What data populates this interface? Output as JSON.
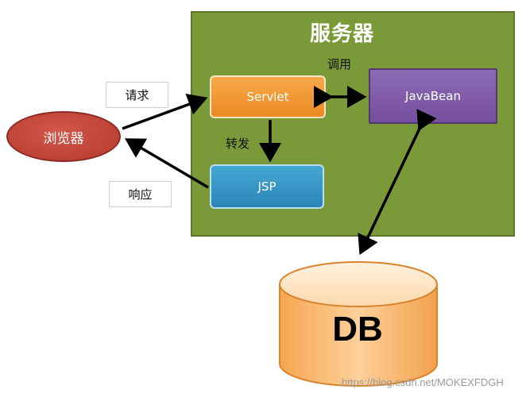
{
  "server": {
    "title": "服务器"
  },
  "labels": {
    "call": "调用",
    "forward": "转发",
    "request": "请求",
    "response": "响应"
  },
  "nodes": {
    "browser": "浏览器",
    "servlet": "Servlet",
    "javabean": "JavaBean",
    "jsp": "JSP",
    "db": "DB"
  },
  "watermark": "https://blog.csdn.net/MOKEXFDGH",
  "colors": {
    "server_bg": "#7a9a3a",
    "servlet": "#ec8a23",
    "javabean": "#744f9d",
    "jsp": "#2b86b7",
    "browser": "#b33a2e",
    "db": "#fbbf7a"
  }
}
